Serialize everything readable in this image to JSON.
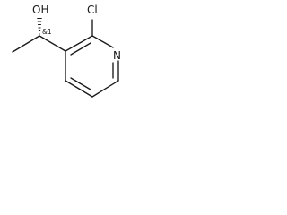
{
  "molecule": {
    "atoms": {
      "oh": "OH",
      "cl": "Cl",
      "n": "N"
    },
    "stereo_label": "&1"
  }
}
